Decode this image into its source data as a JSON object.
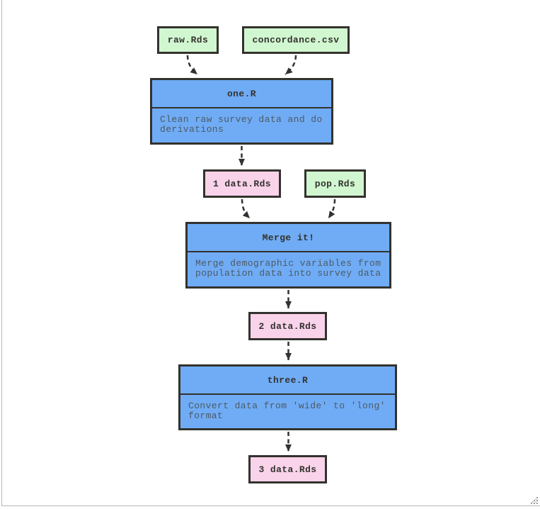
{
  "colors": {
    "script_fill": "#70acf5",
    "input_file": "#d1f7d1",
    "output_file": "#f9d3ea",
    "stroke": "#33322e",
    "desc_text": "#4c5a66",
    "frame_border": "#b5b5b5",
    "grip_dot": "#9a9a9a"
  },
  "nodes": {
    "raw_rds": {
      "label": "raw.Rds"
    },
    "concordance_csv": {
      "label": "concordance.csv"
    },
    "one_r": {
      "title": "one.R",
      "description": "Clean raw survey data and do\nderivations"
    },
    "data1_rds": {
      "label": "1 data.Rds"
    },
    "pop_rds": {
      "label": "pop.Rds"
    },
    "merge_it": {
      "title": "Merge it!",
      "description": "Merge demographic variables from\npopulation data into survey data"
    },
    "data2_rds": {
      "label": "2 data.Rds"
    },
    "three_r": {
      "title": "three.R",
      "description": "Convert data from 'wide' to 'long'\nformat"
    },
    "data3_rds": {
      "label": "3 data.Rds"
    }
  },
  "icons": {
    "resize_grip": "diagonal-dot-triangle"
  }
}
